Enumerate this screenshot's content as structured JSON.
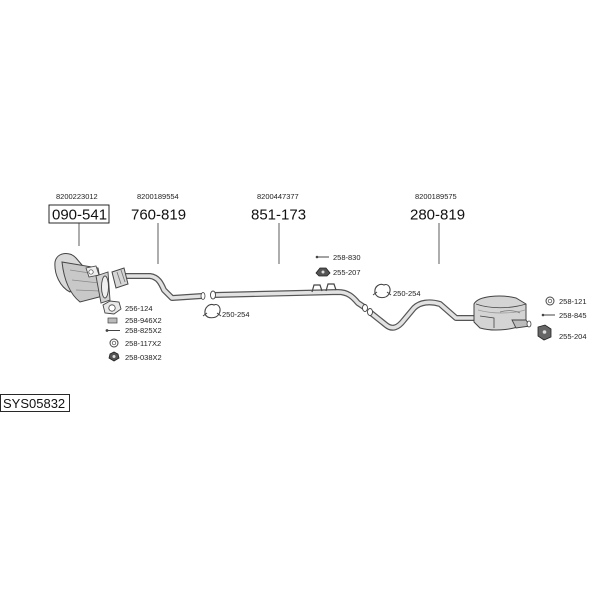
{
  "system_code": "SYS05832",
  "parts": [
    {
      "name": "catalytic-converter",
      "oem": "8200223012",
      "number": "090-541",
      "boxed": true
    },
    {
      "name": "front-pipe",
      "oem": "8200189554",
      "number": "760-819",
      "boxed": false
    },
    {
      "name": "middle-pipe",
      "oem": "8200447377",
      "number": "851-173",
      "boxed": false
    },
    {
      "name": "rear-silencer",
      "oem": "8200189575",
      "number": "280-819",
      "boxed": false
    }
  ],
  "accessories": {
    "a256_124": "256-124",
    "a258_946": "258-946X2",
    "a258_825": "258-825X2",
    "a258_117": "258-117X2",
    "a258_038": "258-038X2",
    "a250_254_left": "250-254",
    "a258_830": "258-830",
    "a255_207": "255-207",
    "a250_254_mid": "250-254",
    "a258_121": "258-121",
    "a258_845": "258-845",
    "a255_204": "255-204"
  },
  "colors": {
    "line": "#333333",
    "pipe": "#555555",
    "pipe_fill": "#e2e2e2",
    "text": "#111111"
  }
}
